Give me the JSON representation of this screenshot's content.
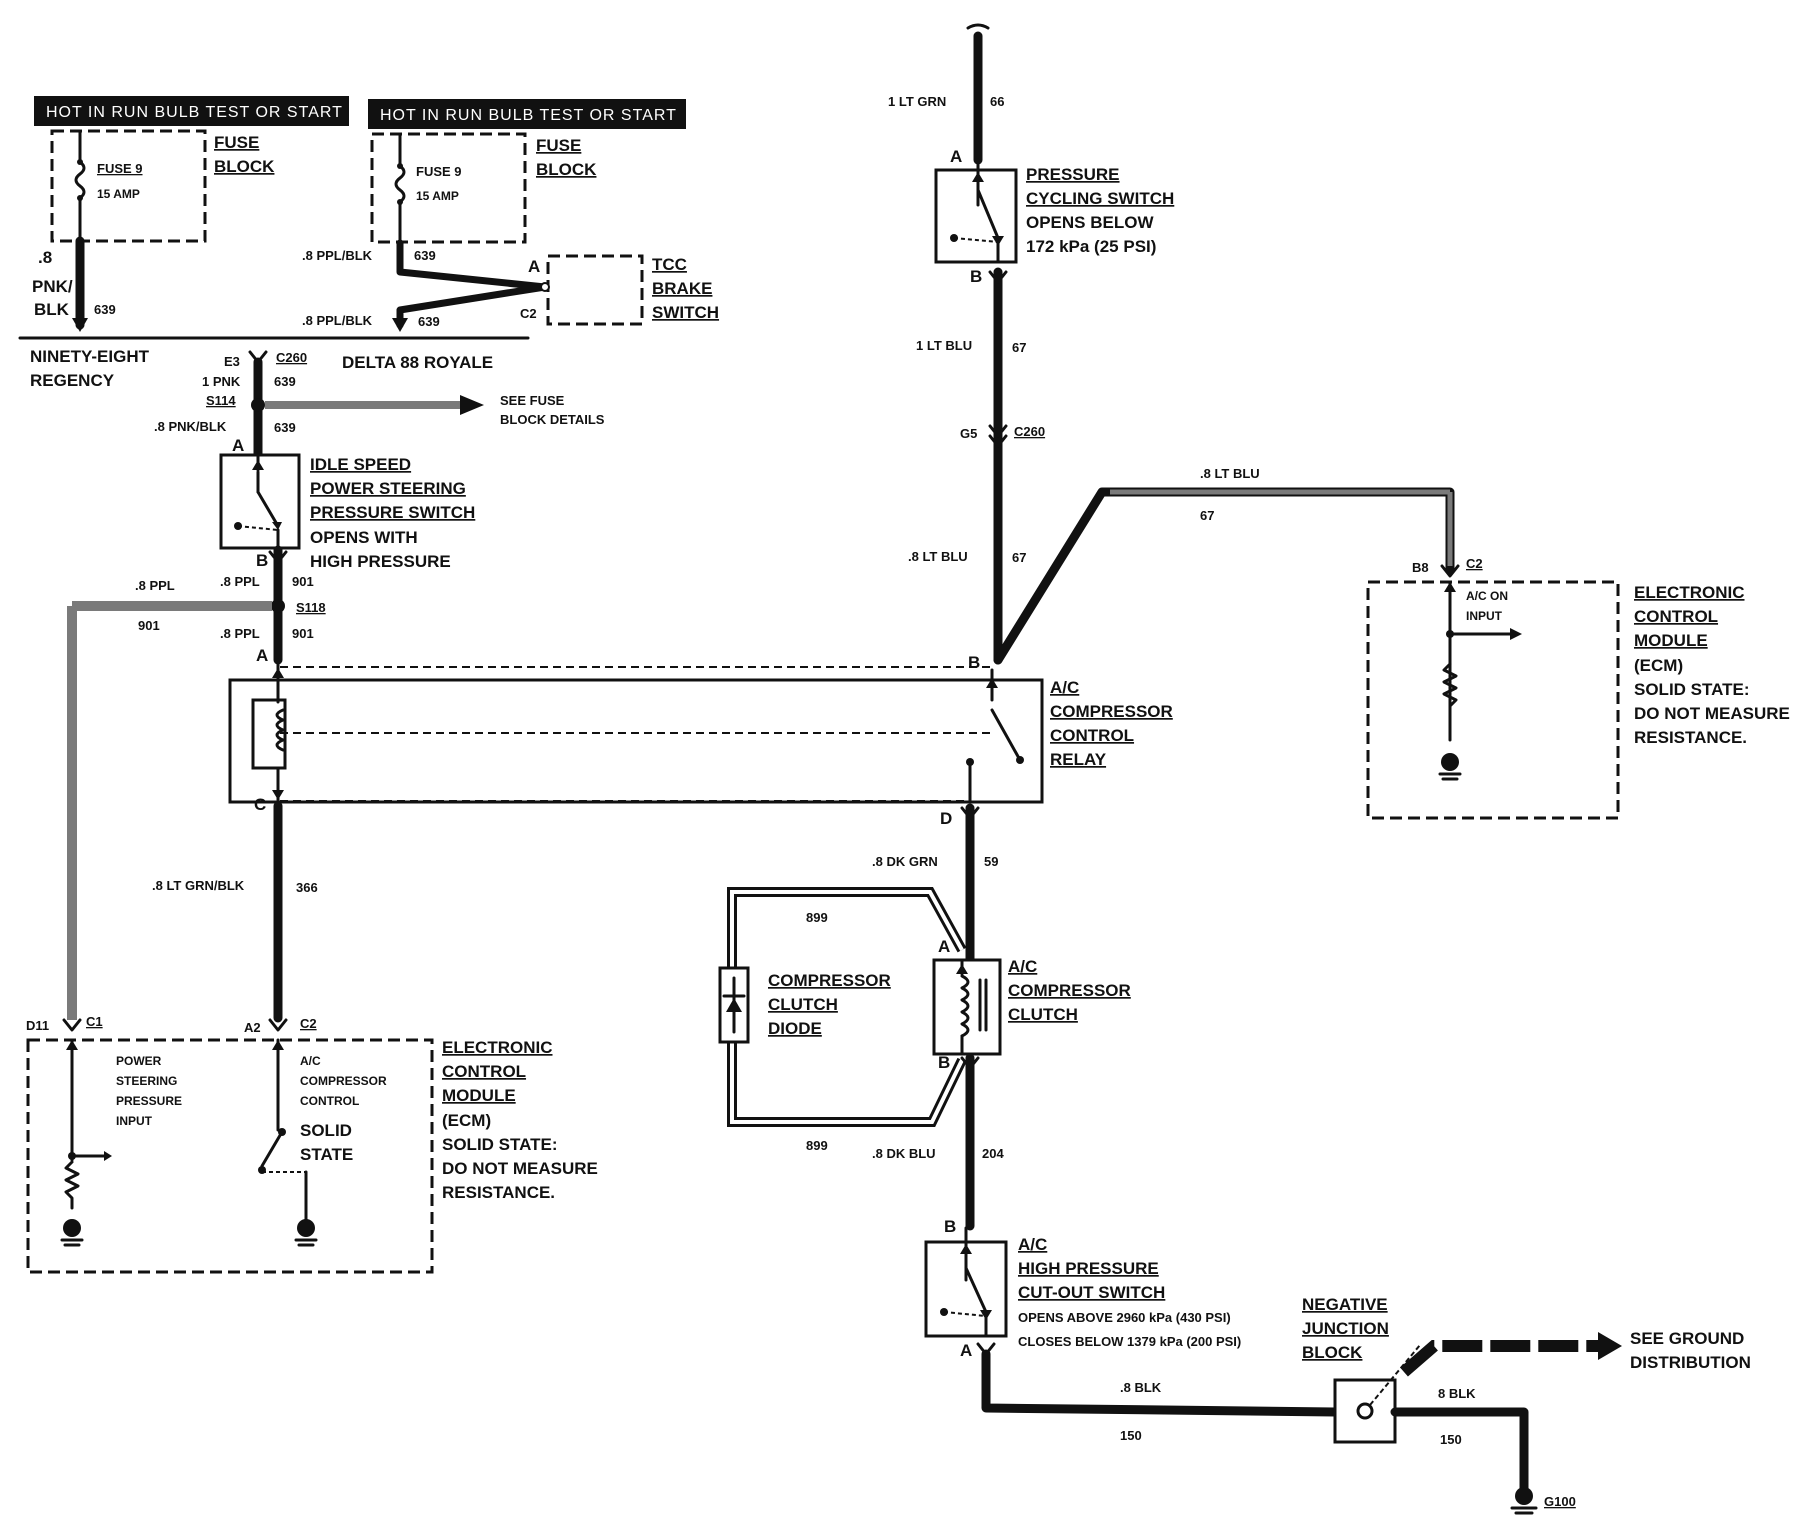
{
  "header_left": "HOT IN RUN BULB TEST OR START",
  "header_right": "HOT IN RUN BULB TEST OR START",
  "fuse_left": {
    "name": "FUSE 9",
    "rating": "15 AMP",
    "block": [
      "FUSE",
      "BLOCK"
    ]
  },
  "fuse_right": {
    "name": "FUSE 9",
    "rating": "15 AMP",
    "block": [
      "FUSE",
      "BLOCK"
    ]
  },
  "tcc": {
    "label": [
      "TCC",
      "BRAKE",
      "SWITCH"
    ],
    "pin_a": "A",
    "pin_c2": "C2"
  },
  "wires": {
    "w639_left_size": ".8",
    "w639_left_color1": "PNK/",
    "w639_left_color2": "BLK",
    "w639_left_num": "639",
    "w639_r1": ".8 PPL/BLK",
    "w639_r1_num": "639",
    "w639_r2": ".8 PPL/BLK",
    "w639_r2_num": "639",
    "w1pnk": "1 PNK",
    "w1pnk_num": "639",
    "w8pnkblk": ".8 PNK/BLK",
    "w8pnkblk_num": "639",
    "w901a": ".8 PPL",
    "w901a_num": "901",
    "w901b": ".8 PPL",
    "w901b_num": "901",
    "w901c": ".8 PPL",
    "w901c_num": "901",
    "w366": ".8 LT GRN/BLK",
    "w366_num": "366",
    "w66": "1 LT GRN",
    "w66_num": "66",
    "w67a": "1 LT BLU",
    "w67a_num": "67",
    "w67b": ".8 LT BLU",
    "w67b_num": "67",
    "w67c": ".8 LT BLU",
    "w67c_num": "67",
    "w59": ".8 DK GRN",
    "w59_num": "59",
    "w899a": "899",
    "w899b": "899",
    "w204": ".8 DK BLU",
    "w204_num": "204",
    "w150a": ".8 BLK",
    "w150a_num": "150",
    "w150b": "8 BLK",
    "w150b_num": "150"
  },
  "models": {
    "left": [
      "NINETY-EIGHT",
      "REGENCY"
    ],
    "right": "DELTA 88 ROYALE"
  },
  "connectors": {
    "e3": "E3",
    "c260a": "C260",
    "s114": "S114",
    "s118": "S118",
    "g5": "G5",
    "c260b": "C260",
    "b8": "B8",
    "c2ecm": "C2",
    "d11": "D11",
    "c1": "C1",
    "a2": "A2",
    "c2b": "C2",
    "g100": "G100"
  },
  "pins": {
    "idle_a": "A",
    "idle_b": "B",
    "relay_a": "A",
    "relay_b": "B",
    "relay_c": "C",
    "relay_d": "D",
    "pcs_a": "A",
    "pcs_b": "B",
    "clutch_a": "A",
    "clutch_b": "B",
    "hp_b": "B",
    "hp_a": "A"
  },
  "see_fuse": [
    "SEE FUSE",
    "BLOCK DETAILS"
  ],
  "idle_switch": [
    "IDLE SPEED",
    "POWER STEERING",
    "PRESSURE SWITCH"
  ],
  "idle_note": [
    "OPENS WITH",
    "HIGH PRESSURE"
  ],
  "pressure_cycling": [
    "PRESSURE",
    "CYCLING SWITCH"
  ],
  "pressure_cycling_note": [
    "OPENS BELOW",
    "172 kPa (25 PSI)"
  ],
  "relay": [
    "A/C",
    "COMPRESSOR",
    "CONTROL",
    "RELAY"
  ],
  "ecm_right": {
    "title": [
      "ELECTRONIC",
      "CONTROL",
      "MODULE"
    ],
    "notes": [
      "(ECM)",
      "SOLID STATE:",
      "DO NOT MEASURE",
      "RESISTANCE."
    ],
    "input": [
      "A/C ON",
      "INPUT"
    ]
  },
  "ecm_left": {
    "title": [
      "ELECTRONIC",
      "CONTROL",
      "MODULE"
    ],
    "notes": [
      "(ECM)",
      "SOLID STATE:",
      "DO NOT MEASURE",
      "RESISTANCE."
    ],
    "ps_input": [
      "POWER",
      "STEERING",
      "PRESSURE",
      "INPUT"
    ],
    "ac_control": [
      "A/C",
      "COMPRESSOR",
      "CONTROL"
    ],
    "solid": [
      "SOLID",
      "STATE"
    ]
  },
  "diode": [
    "COMPRESSOR",
    "CLUTCH",
    "DIODE"
  ],
  "clutch": [
    "A/C",
    "COMPRESSOR",
    "CLUTCH"
  ],
  "hp_switch": [
    "A/C",
    "HIGH PRESSURE",
    "CUT-OUT SWITCH"
  ],
  "hp_note": [
    "OPENS ABOVE 2960 kPa (430 PSI)",
    "CLOSES BELOW 1379 kPa (200 PSI)"
  ],
  "neg_junction": [
    "NEGATIVE",
    "JUNCTION",
    "BLOCK"
  ],
  "see_ground": [
    "SEE GROUND",
    "DISTRIBUTION"
  ]
}
